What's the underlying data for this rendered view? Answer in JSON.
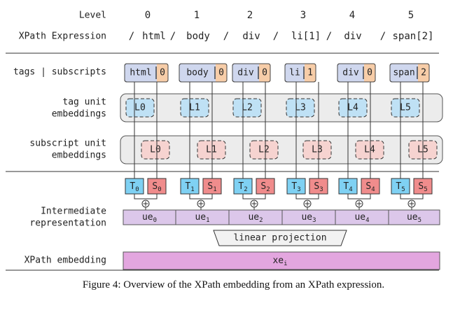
{
  "header": {
    "level_label": "Level",
    "xpath_label": "XPath Expression",
    "levels": [
      "0",
      "1",
      "2",
      "3",
      "4",
      "5"
    ],
    "separators": [
      "/",
      "/",
      "/",
      "/",
      "/",
      "/"
    ],
    "xpath_parts": [
      "html",
      "body",
      "div",
      "li[1]",
      "div",
      "span[2]"
    ]
  },
  "rows": {
    "tags_label": "tags | subscripts",
    "tag_unit_label": [
      "tag unit",
      "embeddings"
    ],
    "subscript_unit_label": [
      "subscript unit",
      "embeddings"
    ],
    "intermediate_label": [
      "Intermediate",
      "representation"
    ],
    "xpath_embedding_label": "XPath embedding"
  },
  "tags": [
    "html",
    "body",
    "div",
    "li",
    "div",
    "span"
  ],
  "subscripts": [
    "0",
    "0",
    "0",
    "1",
    "0",
    "2"
  ],
  "tag_units": [
    "L0",
    "L1",
    "L2",
    "L3",
    "L4",
    "L5"
  ],
  "subscript_units": [
    "L0",
    "L1",
    "L2",
    "L3",
    "L4",
    "L5"
  ],
  "t_labels": [
    {
      "b": "T",
      "s": "0"
    },
    {
      "b": "T",
      "s": "1"
    },
    {
      "b": "T",
      "s": "2"
    },
    {
      "b": "T",
      "s": "3"
    },
    {
      "b": "T",
      "s": "4"
    },
    {
      "b": "T",
      "s": "5"
    }
  ],
  "s_labels": [
    {
      "b": "S",
      "s": "0"
    },
    {
      "b": "S",
      "s": "1"
    },
    {
      "b": "S",
      "s": "2"
    },
    {
      "b": "S",
      "s": "3"
    },
    {
      "b": "S",
      "s": "4"
    },
    {
      "b": "S",
      "s": "5"
    }
  ],
  "ue_labels": [
    {
      "b": "ue",
      "s": "0"
    },
    {
      "b": "ue",
      "s": "1"
    },
    {
      "b": "ue",
      "s": "2"
    },
    {
      "b": "ue",
      "s": "3"
    },
    {
      "b": "ue",
      "s": "4"
    },
    {
      "b": "ue",
      "s": "5"
    }
  ],
  "projection_label": "linear projection",
  "xe_label": {
    "b": "xe",
    "s": "i"
  },
  "caption": "Figure 4: Overview of the XPath embedding from an XPath expression.",
  "colors": {
    "tag_blue": "#cfd7ee",
    "sub_orange": "#f7cda8",
    "unit_blue": "#bfe1f5",
    "unit_pink": "#f6d3d0",
    "t_cyan": "#7fd1f3",
    "s_red": "#f08c8c",
    "ue_purple": "#dcc7ea",
    "xe_magenta": "#e3a6df",
    "row_bg": "#ececec"
  }
}
